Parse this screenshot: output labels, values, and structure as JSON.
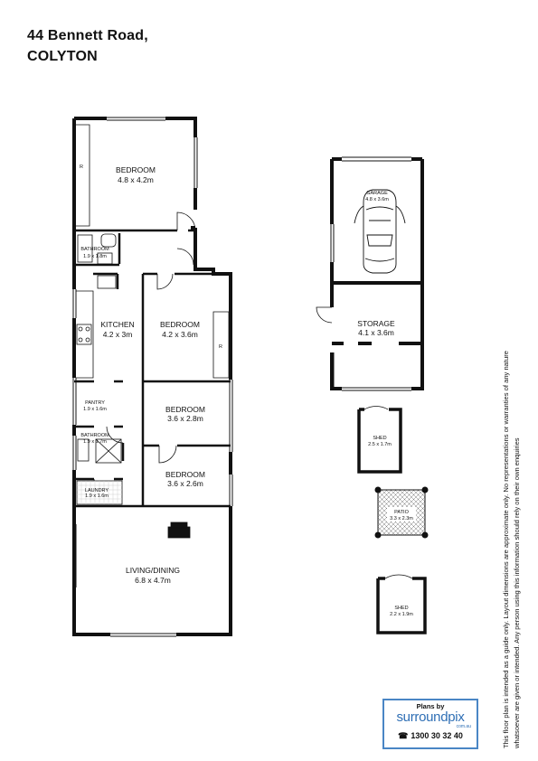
{
  "title": {
    "line1": "44 Bennett Road,",
    "line2": "COLYTON"
  },
  "rooms": {
    "bedroom1": {
      "name": "BEDROOM",
      "dim": "4.8 x 4.2m"
    },
    "bathroom1": {
      "name": "BATHROOM",
      "dim": "1.9 x 1.8m"
    },
    "kitchen": {
      "name": "KITCHEN",
      "dim": "4.2 x 3m"
    },
    "bedroom2": {
      "name": "BEDROOM",
      "dim": "4.2 x 3.6m"
    },
    "pantry": {
      "name": "PANTRY",
      "dim": "1.9 x 1.6m"
    },
    "bedroom3": {
      "name": "BEDROOM",
      "dim": "3.6 x 2.8m"
    },
    "bathroom2": {
      "name": "BATHROOM",
      "dim": "1.9 x 1.7m"
    },
    "bedroom4": {
      "name": "BEDROOM",
      "dim": "3.6 x 2.6m"
    },
    "laundry": {
      "name": "LAUNDRY",
      "dim": "1.9 x 1.6m"
    },
    "living": {
      "name": "LIVING/DINING",
      "dim": "6.8 x 4.7m"
    },
    "garage": {
      "name": "GARAGE",
      "dim": "4.8 x 3.6m"
    },
    "storage": {
      "name": "STORAGE",
      "dim": "4.1 x 3.6m"
    },
    "shed1": {
      "name": "SHED",
      "dim": "2.5 x 1.7m"
    },
    "patio": {
      "name": "PATIO",
      "dim": "3.3 x 2.3m"
    },
    "shed2": {
      "name": "SHED",
      "dim": "2.2 x 1.9m"
    }
  },
  "robe_marker": "R",
  "disclaimer": {
    "line1": "This floor plan is intended as a guide only. Layout dimensions are approximate only. No representations or warranties of any nature",
    "line2": "whatsoever are given or intended. Any person using this information should rely on their own enquiries"
  },
  "logo": {
    "by": "Plans by",
    "brand": "surroundpix",
    "domain": "com.au",
    "phone": "1300 30 32 40",
    "brand_color": "#2f6fb5",
    "border_color": "#4a86c5"
  }
}
